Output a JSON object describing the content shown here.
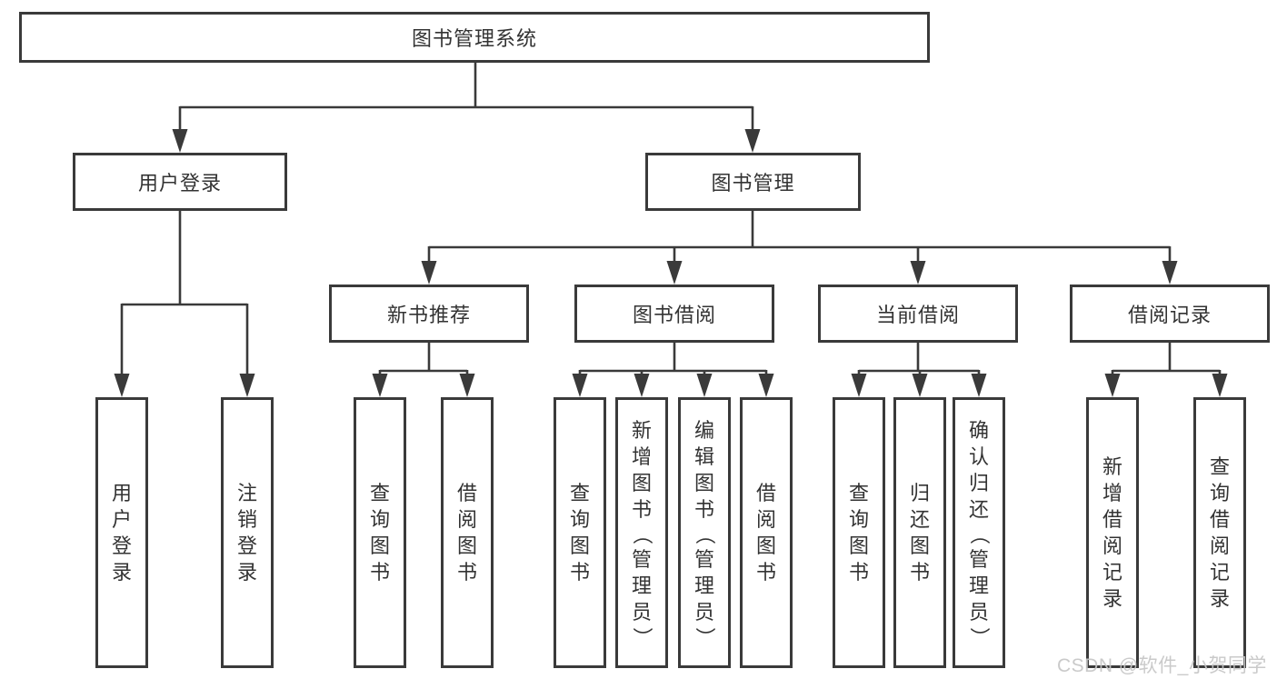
{
  "tree": {
    "label": "图书管理系统",
    "children": [
      {
        "label": "用户登录",
        "children": [
          {
            "label": "用户登录"
          },
          {
            "label": "注销登录"
          }
        ]
      },
      {
        "label": "图书管理",
        "children": [
          {
            "label": "新书推荐",
            "children": [
              {
                "label": "查询图书"
              },
              {
                "label": "借阅图书"
              }
            ]
          },
          {
            "label": "图书借阅",
            "children": [
              {
                "label": "查询图书"
              },
              {
                "label": "新增图书（管理员）"
              },
              {
                "label": "编辑图书（管理员）"
              },
              {
                "label": "借阅图书"
              }
            ]
          },
          {
            "label": "当前借阅",
            "children": [
              {
                "label": "查询图书"
              },
              {
                "label": "归还图书"
              },
              {
                "label": "确认归还（管理员）"
              }
            ]
          },
          {
            "label": "借阅记录",
            "children": [
              {
                "label": "新增借阅记录"
              },
              {
                "label": "查询借阅记录"
              }
            ]
          }
        ]
      }
    ]
  },
  "watermark": "CSDN @软件_小贺同学",
  "colors": {
    "line": "#3a3a3a",
    "box_border": "#3a3a3a",
    "text": "#333333",
    "watermark": "#c5c5c5",
    "background": "#ffffff"
  }
}
